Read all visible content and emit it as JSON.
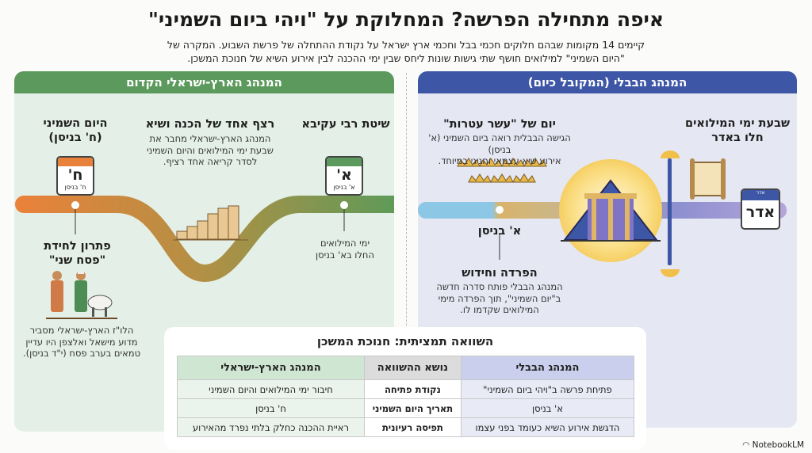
{
  "title": "איפה מתחילה הפרשה? המחלוקת על \"ויהי ביום השמיני\"",
  "subtitle_lines": [
    "קיימים 14 מקומות שבהם חלוקים חכמי בבל וחכמי ארץ ישראל על נקודת ההתחלה של פרשת השבוע. המקרה של",
    "\"היום השמיני\" למילואים חושף שתי גישות שונות ליחס שבין ימי ההכנה לבין אירוע השיא של חנוכת המשכן."
  ],
  "left": {
    "header": "המנהג הארץ-ישראלי הקדום",
    "eighth_title_1": "היום השמיני",
    "eighth_title_2": "(ח' בניסן)",
    "cal_orange": {
      "big": "ח'",
      "small": "ח' בניסן"
    },
    "continuum_title": "רצף אחד של הכנה ושיא",
    "continuum_desc": [
      "המנהג הארץ-ישראלי מחבר את",
      "שבעת ימי המילואים והיום השמיני",
      "לסדר קריאה אחד רציף."
    ],
    "akiva_title": "שיטת רבי עקיבא",
    "cal_green": {
      "big": "א'",
      "small": "א' בניסן"
    },
    "akiva_note": [
      "ימי המילואים",
      "החלו בא' בניסן"
    ],
    "pesach_title_1": "פתרון לחידת",
    "pesach_title_2": "\"פסח שני\"",
    "pesach_desc": [
      "הלו\"ז הארץ-ישראלי מסביר",
      "מדוע מישאל ואלצפן היו עדיין",
      "טמאים בערב פסח (י\"ד בניסן)."
    ]
  },
  "right": {
    "header": "המנהג הבבלי (המקובל כיום)",
    "adar_title_1": "שבעת ימי המילואים",
    "adar_title_2": "חלו באדר",
    "cal_adar": {
      "small": "אדר",
      "big": "אדר"
    },
    "crowns_title": "יום של \"עשר עטרות\"",
    "crowns_desc": [
      "הגישה הבבלית רואה ביום השמיני (א' בניסן)",
      "אירוע שיא עצמאי וחגיגי במיוחד."
    ],
    "nisan_label": "א' בניסן",
    "sep_title": "הפרדה וחידוש",
    "sep_desc": [
      "המנהג הבבלי פותח סדרה חדשה",
      "ב\"יום השמיני\", תוך הפרדה מימי",
      "המילואים שקדמו לו."
    ]
  },
  "table": {
    "title": "השוואה תמציתית: חנוכת המשכן",
    "headers": [
      "המנהג הבבלי",
      "נושא ההשוואה",
      "המנהג הארץ-ישראלי"
    ],
    "rows": [
      [
        "פתיחת פרשה ב\"ויהי ביום השמיני\"",
        "נקודת פתיחה",
        "חיבור ימי המילואים והיום השמיני"
      ],
      [
        "א' בניסן",
        "תאריך היום השמיני",
        "ח' בניסן"
      ],
      [
        "הדגשת אירוע השיא כעומד בפני עצמו",
        "תפיסה רעיונית",
        "ראיית ההכנה כחלק בלתי נפרד מהאירוע"
      ]
    ]
  },
  "brand": "NotebookLM",
  "colors": {
    "green": "#5b9a5c",
    "blue": "#3d56a6",
    "orange": "#e8823a"
  }
}
